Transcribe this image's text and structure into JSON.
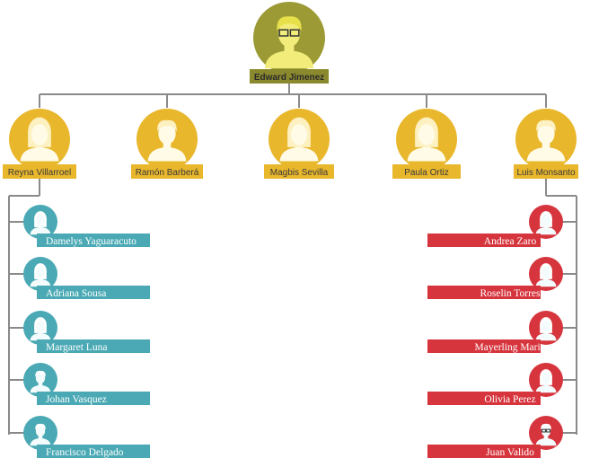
{
  "root": {
    "name": "Edward Jimenez",
    "color": "#9c9a35",
    "label_color": "#8b892e"
  },
  "managers": [
    {
      "name": "Reyna Villarroel",
      "avatar": "woman-icon"
    },
    {
      "name": "Ramón Barberá",
      "avatar": "man-icon"
    },
    {
      "name": "Magbis Sevilla",
      "avatar": "woman-icon"
    },
    {
      "name": "Paula Ortiz",
      "avatar": "woman-icon"
    },
    {
      "name": "Luis Monsanto",
      "avatar": "man-icon"
    }
  ],
  "left_team": {
    "manager": "Reyna Villarroel",
    "color": "#4aa9b4",
    "members": [
      {
        "name": "Damelys Yaguaracuto",
        "avatar": "woman-icon"
      },
      {
        "name": "Adriana Sousa",
        "avatar": "woman-icon"
      },
      {
        "name": "Margaret Luna",
        "avatar": "woman-icon"
      },
      {
        "name": "Johan Vasquez",
        "avatar": "man-icon"
      },
      {
        "name": "Francisco Delgado",
        "avatar": "man-icon"
      }
    ]
  },
  "right_team": {
    "manager": "Luis Monsanto",
    "color": "#d6353d",
    "members": [
      {
        "name": "Andrea Zaro",
        "avatar": "woman-icon"
      },
      {
        "name": "Roselin Torres",
        "avatar": "woman-icon"
      },
      {
        "name": "Mayerling Marin",
        "avatar": "woman-icon"
      },
      {
        "name": "Olivia Perez",
        "avatar": "woman-icon"
      },
      {
        "name": "Juan Valido",
        "avatar": "man-glasses-icon"
      }
    ]
  },
  "colors": {
    "manager": "#e9b72c",
    "connector": "#8a8a8a"
  }
}
